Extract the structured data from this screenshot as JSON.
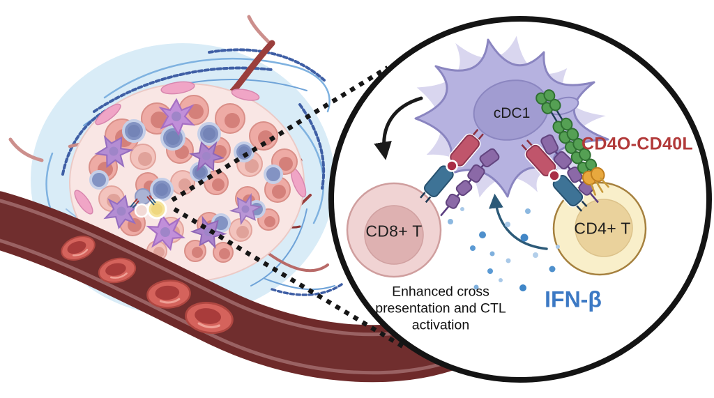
{
  "figure": {
    "type": "scientific-illustration",
    "subject": "cDC1 licensing in tumor microenvironment",
    "labels": {
      "dendritic_cell": "cDC1",
      "cd8_t_cell": "CD8+ T",
      "cd4_t_cell": "CD4+ T",
      "cd40_interaction": "CD4O-CD40L",
      "interferon": "IFN-β",
      "caption": "Enhanced cross presentation and CTL activation"
    },
    "colors": {
      "cd40_label": "#b23a3a",
      "interferon_label": "#3c79c4",
      "caption_text": "#111111",
      "dendritic_cell_fill": "#b6b2e0",
      "dendritic_nucleus_fill": "#a19cd1",
      "cd8_cell_fill": "#f0d3d3",
      "cd8_nucleus_fill": "#deb1b1",
      "cd4_cell_fill": "#f9efca",
      "cd4_nucleus_fill": "#ead29c",
      "ifn_dot_blue": "#4f90cc",
      "mhc_red": "#c0556b",
      "tcr_blue": "#3e7396",
      "costim_purple": "#8b69a7",
      "cd40_green": "#55a054",
      "cd40l_orange": "#e8a83e",
      "vessel_wall": "#6e2a2a",
      "red_blood_cell": "#d5635c",
      "tumor_cell_pink": "#eeaba5",
      "matrix_halo_blue": "#d9ecf7",
      "magnifier_ring": "#141414"
    }
  }
}
